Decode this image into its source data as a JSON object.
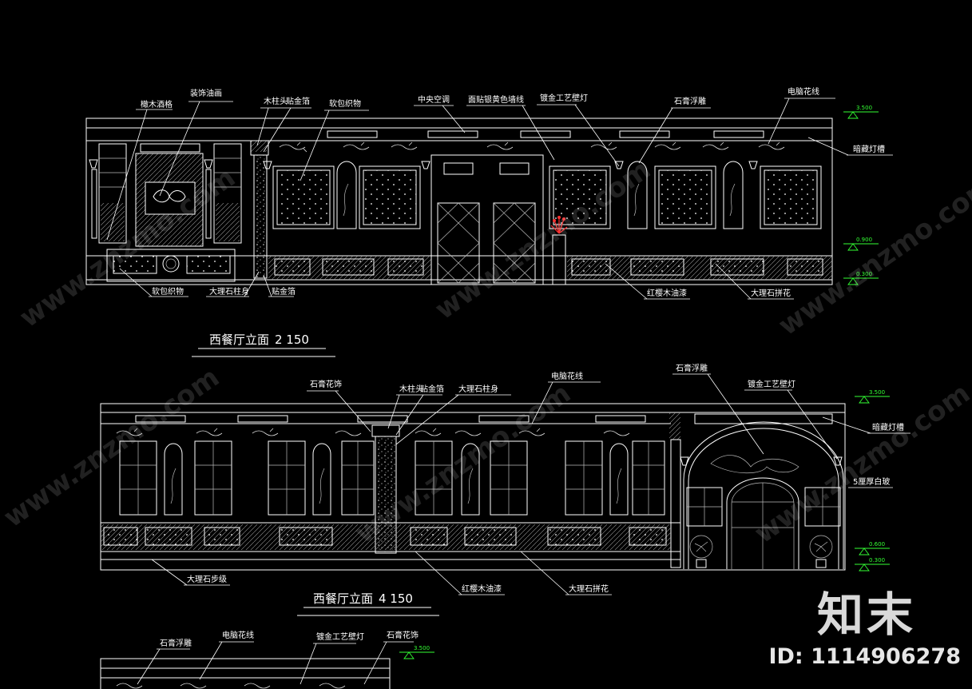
{
  "elevation_1": {
    "title": "西餐厅立面",
    "scale": "2  150",
    "labels_top": [
      "橄木酒格",
      "装饰油画",
      "木柱头",
      "贴金箔",
      "软包织物",
      "中央空调",
      "面贴银黄色墙线",
      "镀金工艺壁灯",
      "石膏浮雕",
      "电脑花线"
    ],
    "labels_bottom": [
      "软包织物",
      "大理石柱身",
      "贴金箔",
      "红樱木油漆",
      "大理石拼花"
    ],
    "label_right": "暗藏灯槽",
    "levels": [
      "3.500",
      "0.900",
      "0.300"
    ]
  },
  "elevation_2": {
    "title": "西餐厅立面",
    "scale": "4  150",
    "labels_top": [
      "石膏花饰",
      "木柱头",
      "贴金箔",
      "大理石柱身",
      "电脑花线",
      "石膏浮雕",
      "镀金工艺壁灯"
    ],
    "labels_right": [
      "暗藏灯槽",
      "5厘厚白玻"
    ],
    "labels_bottom": [
      "大理石步级",
      "红樱木油漆",
      "大理石拼花"
    ],
    "levels": [
      "3.500",
      "0.600",
      "0.300"
    ]
  },
  "elevation_3": {
    "labels_top": [
      "石膏浮雕",
      "电脑花线",
      "镀金工艺壁灯",
      "石膏花饰"
    ],
    "levels": [
      "3.500"
    ]
  },
  "watermark": {
    "logo": "知末",
    "id": "ID: 1114906278",
    "faint": "www.znzmo.com"
  },
  "colors": {
    "background": "#000000",
    "line": "#ffffff",
    "level_marker": "#33ff33",
    "accent_red": "#ff3030"
  }
}
